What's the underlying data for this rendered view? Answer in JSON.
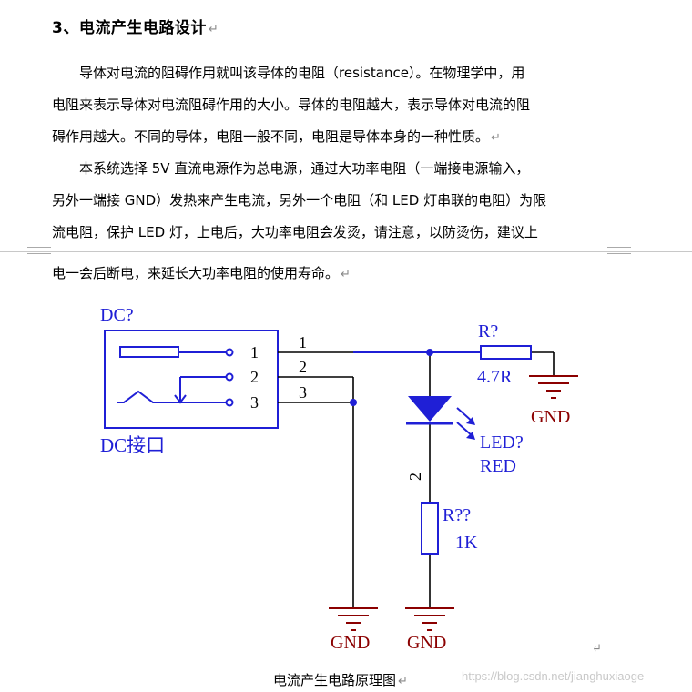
{
  "heading": "3、电流产生电路设计",
  "paragraph_mark": "↵",
  "paragraphs": {
    "p1": [
      "　　导体对电流的阻碍作用就叫该导体的电阻（resistance）。在物理学中，用",
      "电阻来表示导体对电流阻碍作用的大小。导体的电阻越大，表示导体对电流的阻",
      "碍作用越大。不同的导体，电阻一般不同，电阻是导体本身的一种性质。"
    ],
    "p2": [
      "　　本系统选择 5V 直流电源作为总电源，通过大功率电阻（一端接电源输入，",
      "另外一端接 GND）发热来产生电流，另外一个电阻（和 LED 灯串联的电阻）为限",
      "流电阻，保护 LED 灯，上电后，大功率电阻会发烫，请注意，以防烫伤，建议上",
      "电一会后断电，来延长大功率电阻的使用寿命。"
    ]
  },
  "schematic": {
    "connector_ref": "DC?",
    "connector_name": "DC接口",
    "pins": [
      "1",
      "2",
      "3"
    ],
    "net_labels": [
      "1",
      "2",
      "3"
    ],
    "r1_ref": "R?",
    "r1_value": "4.7R",
    "led_ref": "LED?",
    "led_value": "RED",
    "led_pin": "2",
    "r2_ref": "R??",
    "r2_value": "1K",
    "gnd_label": "GND",
    "colors": {
      "blue": "#1f1fd6",
      "dark_red": "#8b0000",
      "wire": "#000000"
    }
  },
  "caption": "电流产生电路原理图",
  "watermark": "https://blog.csdn.net/jianghuxiaoge"
}
